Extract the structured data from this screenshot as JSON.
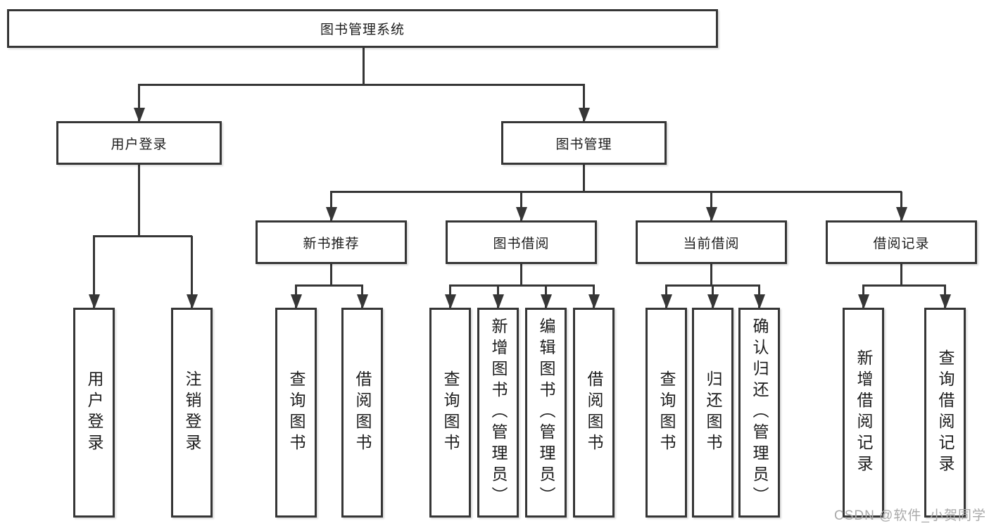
{
  "diagram": {
    "title_node": {
      "label": "图书管理系统"
    },
    "level2": [
      {
        "label": "用户登录"
      },
      {
        "label": "图书管理"
      }
    ],
    "level3": [
      {
        "label": "新书推荐"
      },
      {
        "label": "图书借阅"
      },
      {
        "label": "当前借阅"
      },
      {
        "label": "借阅记录"
      }
    ],
    "leaves": [
      {
        "parent": "用户登录",
        "label": "用户登录"
      },
      {
        "parent": "用户登录",
        "label": "注销登录"
      },
      {
        "parent": "新书推荐",
        "label": "查询图书"
      },
      {
        "parent": "新书推荐",
        "label": "借阅图书"
      },
      {
        "parent": "图书借阅",
        "label": "查询图书"
      },
      {
        "parent": "图书借阅",
        "label": "新增图书（管理员）"
      },
      {
        "parent": "图书借阅",
        "label": "编辑图书（管理员）"
      },
      {
        "parent": "图书借阅",
        "label": "借阅图书"
      },
      {
        "parent": "当前借阅",
        "label": "查询图书"
      },
      {
        "parent": "当前借阅",
        "label": "归还图书"
      },
      {
        "parent": "当前借阅",
        "label": "确认归还（管理员）"
      },
      {
        "parent": "借阅记录",
        "label": "新增借阅记录"
      },
      {
        "parent": "借阅记录",
        "label": "查询借阅记录"
      }
    ],
    "watermark": "CSDN @软件_小贺同学",
    "colors": {
      "line": "#363636",
      "text": "#1c1c1c",
      "watermark": "#a9a9a9",
      "background": "#ffffff"
    }
  }
}
